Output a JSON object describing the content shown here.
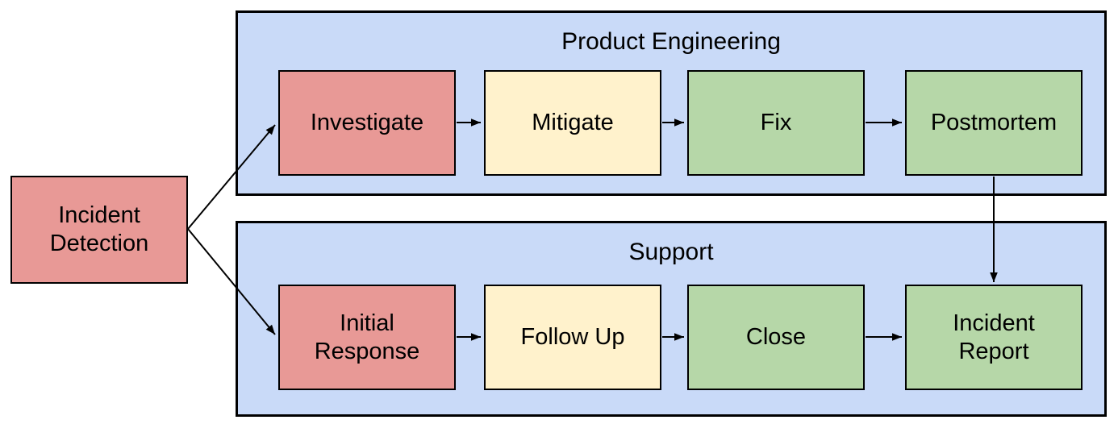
{
  "diagram": {
    "colors": {
      "lane_fill": "#c9daf8",
      "red_fill": "#e89996",
      "yellow_fill": "#fff2cc",
      "green_fill": "#b6d7a8",
      "border": "#000000",
      "arrow": "#000000",
      "text": "#000000",
      "background": "#ffffff"
    },
    "source": {
      "label": "Incident\nDetection"
    },
    "lanes": [
      {
        "title": "Product Engineering",
        "steps": [
          {
            "label": "Investigate"
          },
          {
            "label": "Mitigate"
          },
          {
            "label": "Fix"
          },
          {
            "label": "Postmortem"
          }
        ]
      },
      {
        "title": "Support",
        "steps": [
          {
            "label": "Initial\nResponse"
          },
          {
            "label": "Follow Up"
          },
          {
            "label": "Close"
          },
          {
            "label": "Incident\nReport"
          }
        ]
      }
    ],
    "connections": [
      {
        "from": "Incident Detection",
        "to": "Investigate"
      },
      {
        "from": "Incident Detection",
        "to": "Initial Response"
      },
      {
        "from": "Investigate",
        "to": "Mitigate"
      },
      {
        "from": "Mitigate",
        "to": "Fix"
      },
      {
        "from": "Fix",
        "to": "Postmortem"
      },
      {
        "from": "Postmortem",
        "to": "Incident Report"
      },
      {
        "from": "Initial Response",
        "to": "Follow Up"
      },
      {
        "from": "Follow Up",
        "to": "Close"
      },
      {
        "from": "Close",
        "to": "Incident Report"
      }
    ]
  }
}
